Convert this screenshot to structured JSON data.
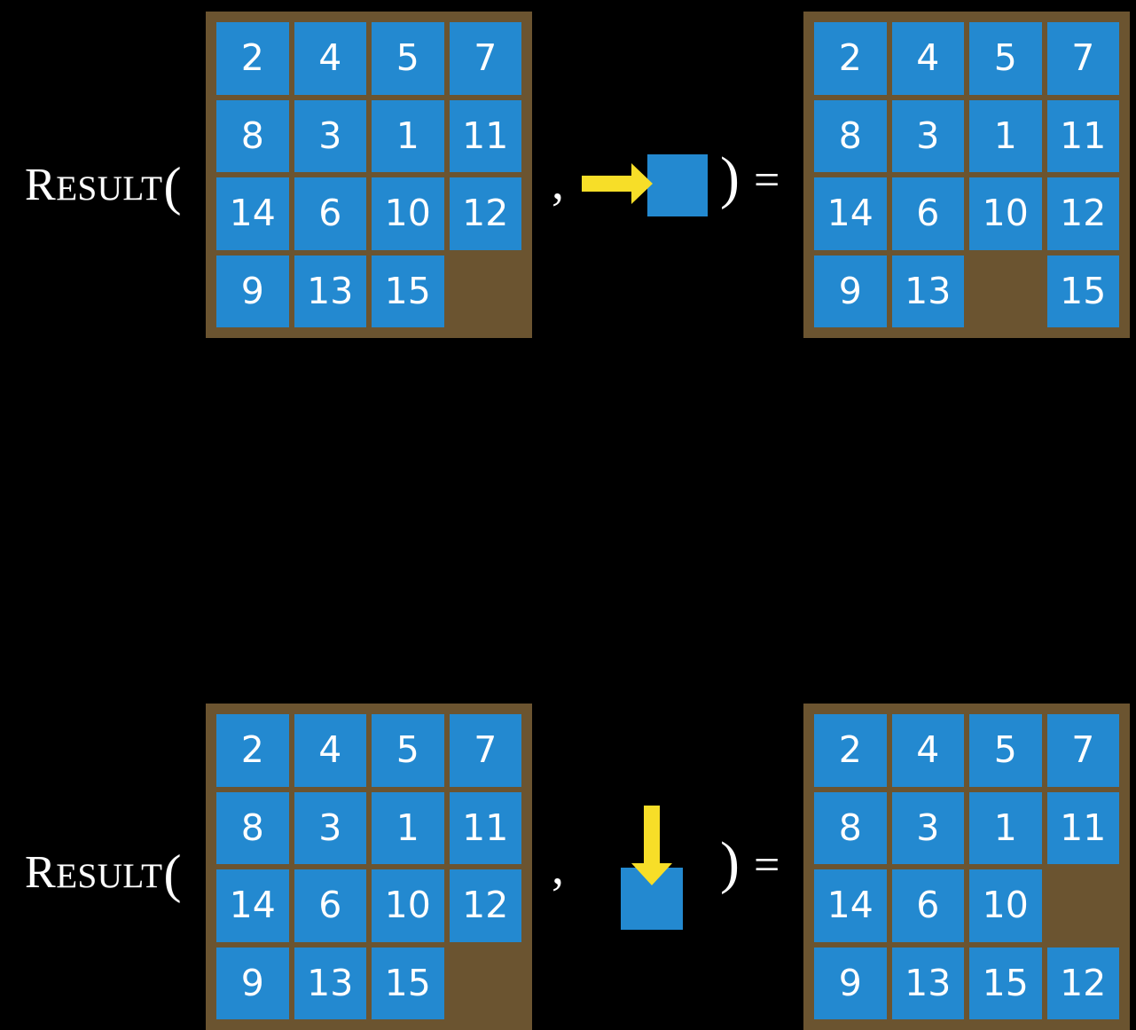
{
  "page": {
    "background_color": "#000000",
    "tile_color": "#2389D0",
    "board_color": "#6B5430",
    "arrow_color": "#F7DE28",
    "text_color": "#FFFFFF"
  },
  "symbols": {
    "result_initial": "R",
    "result_rest": "ESULT",
    "open_paren": "(",
    "comma": ",",
    "close_paren": ")",
    "equals": "="
  },
  "rows": [
    {
      "id": "row-top",
      "label": "RESULT(",
      "action": {
        "name": "move-left-arrow",
        "direction": "left",
        "description": "yellow arrow pointing right into blank tile"
      },
      "input_board": {
        "name": "input-board-top",
        "tiles": [
          [
            "2",
            "4",
            "5",
            "7"
          ],
          [
            "8",
            "3",
            "1",
            "11"
          ],
          [
            "14",
            "6",
            "10",
            "12"
          ],
          [
            "9",
            "13",
            "15",
            ""
          ]
        ]
      },
      "output_board": {
        "name": "output-board-top",
        "tiles": [
          [
            "2",
            "4",
            "5",
            "7"
          ],
          [
            "8",
            "3",
            "1",
            "11"
          ],
          [
            "14",
            "6",
            "10",
            "12"
          ],
          [
            "9",
            "13",
            "",
            "15"
          ]
        ]
      }
    },
    {
      "id": "row-bottom",
      "label": "RESULT(",
      "action": {
        "name": "move-up-arrow",
        "direction": "up",
        "description": "yellow arrow pointing down into blank tile"
      },
      "input_board": {
        "name": "input-board-bottom",
        "tiles": [
          [
            "2",
            "4",
            "5",
            "7"
          ],
          [
            "8",
            "3",
            "1",
            "11"
          ],
          [
            "14",
            "6",
            "10",
            "12"
          ],
          [
            "9",
            "13",
            "15",
            ""
          ]
        ]
      },
      "output_board": {
        "name": "output-board-bottom",
        "tiles": [
          [
            "2",
            "4",
            "5",
            "7"
          ],
          [
            "8",
            "3",
            "1",
            "11"
          ],
          [
            "14",
            "6",
            "10",
            ""
          ],
          [
            "9",
            "13",
            "15",
            "12"
          ]
        ]
      }
    }
  ]
}
